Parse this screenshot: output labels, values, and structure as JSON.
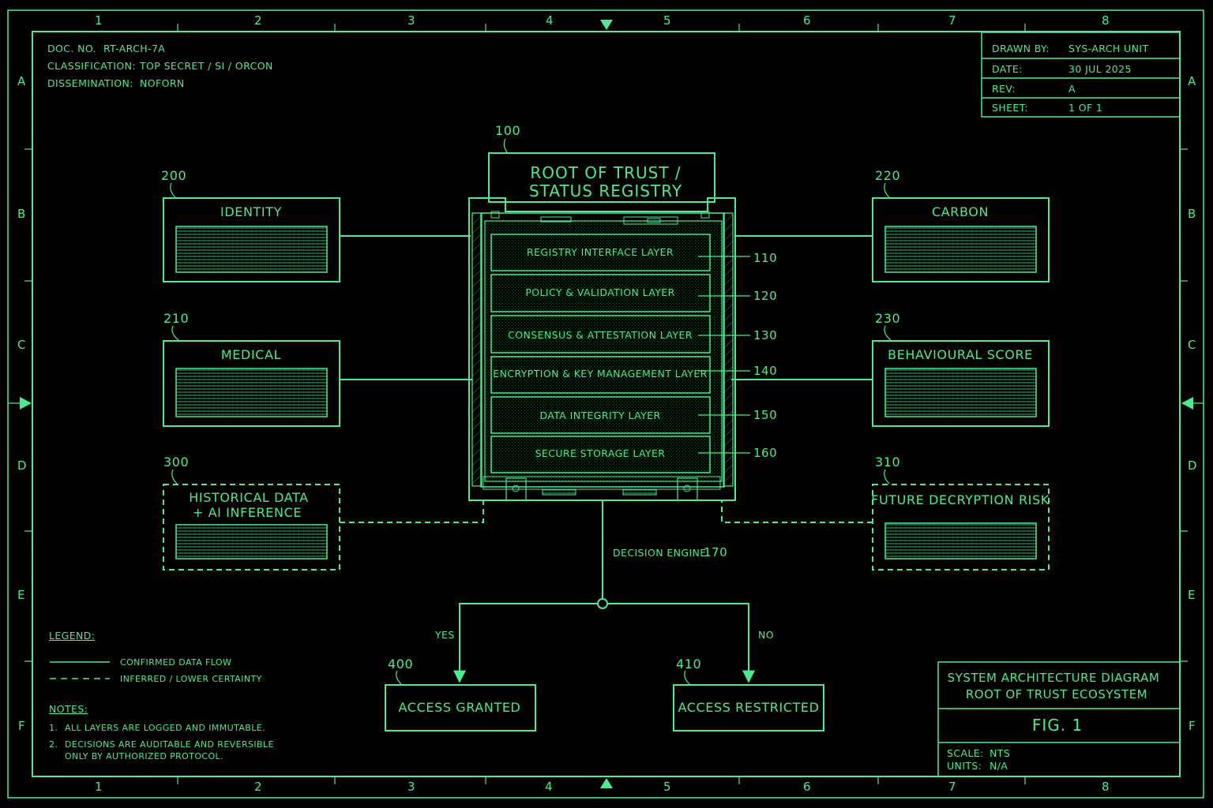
{
  "header": {
    "doc_no_label": "DOC. NO.",
    "doc_no_value": "RT-ARCH-7A",
    "classification_label": "CLASSIFICATION:",
    "classification_value": "TOP SECRET / SI / ORCON",
    "dissemination_label": "DISSEMINATION:",
    "dissemination_value": "NOFORN"
  },
  "title_block": {
    "drawn_by_label": "DRAWN BY:",
    "drawn_by_value": "SYS-ARCH UNIT",
    "date_label": "DATE:",
    "date_value": "30 JUL 2025",
    "rev_label": "REV:",
    "rev_value": "A",
    "sheet_label": "SHEET:",
    "sheet_value": "1 OF 1"
  },
  "grid": {
    "columns": [
      "1",
      "2",
      "3",
      "4",
      "5",
      "6",
      "7",
      "8"
    ],
    "rows": [
      "A",
      "B",
      "C",
      "D",
      "E",
      "F"
    ]
  },
  "registry": {
    "ref": "100",
    "title_line1": "ROOT OF TRUST /",
    "title_line2": "STATUS REGISTRY",
    "layers": [
      {
        "label": "REGISTRY INTERFACE LAYER",
        "ref": "110"
      },
      {
        "label": "POLICY & VALIDATION LAYER",
        "ref": "120"
      },
      {
        "label": "CONSENSUS & ATTESTATION LAYER",
        "ref": "130"
      },
      {
        "label": "ENCRYPTION & KEY MANAGEMENT LAYER",
        "ref": "140"
      },
      {
        "label": "DATA INTEGRITY LAYER",
        "ref": "150"
      },
      {
        "label": "SECURE STORAGE LAYER",
        "ref": "160"
      }
    ]
  },
  "modules": {
    "identity": {
      "ref": "200",
      "label": "IDENTITY"
    },
    "medical": {
      "ref": "210",
      "label": "MEDICAL"
    },
    "historical": {
      "ref": "300",
      "label_line1": "HISTORICAL DATA",
      "label_line2": "+ AI INFERENCE"
    },
    "carbon": {
      "ref": "220",
      "label": "CARBON"
    },
    "behavioural": {
      "ref": "230",
      "label": "BEHAVIOURAL SCORE"
    },
    "future": {
      "ref": "310",
      "label": "FUTURE DECRYPTION RISK"
    }
  },
  "decision": {
    "engine_label": "DECISION ENGINE",
    "engine_ref": "170",
    "yes_label": "YES",
    "no_label": "NO"
  },
  "outcomes": {
    "granted": {
      "ref": "400",
      "label": "ACCESS GRANTED"
    },
    "restricted": {
      "ref": "410",
      "label": "ACCESS RESTRICTED"
    }
  },
  "legend": {
    "title": "LEGEND:",
    "confirmed": "CONFIRMED DATA FLOW",
    "inferred": "INFERRED / LOWER CERTAINTY"
  },
  "notes": {
    "title": "NOTES:",
    "items": [
      {
        "num": "1.",
        "line1": "ALL LAYERS ARE LOGGED AND IMMUTABLE.",
        "line2": ""
      },
      {
        "num": "2.",
        "line1": "DECISIONS ARE AUDITABLE AND REVERSIBLE",
        "line2": "ONLY BY AUTHORIZED PROTOCOL."
      }
    ]
  },
  "figure_block": {
    "title_line1": "SYSTEM ARCHITECTURE DIAGRAM",
    "title_line2": "ROOT OF TRUST ECOSYSTEM",
    "fig": "FIG. 1",
    "scale_label": "SCALE:",
    "scale_value": "NTS",
    "units_label": "UNITS:",
    "units_value": "N/A"
  },
  "colors": {
    "line": "#4dea8e",
    "background": "#000000"
  }
}
